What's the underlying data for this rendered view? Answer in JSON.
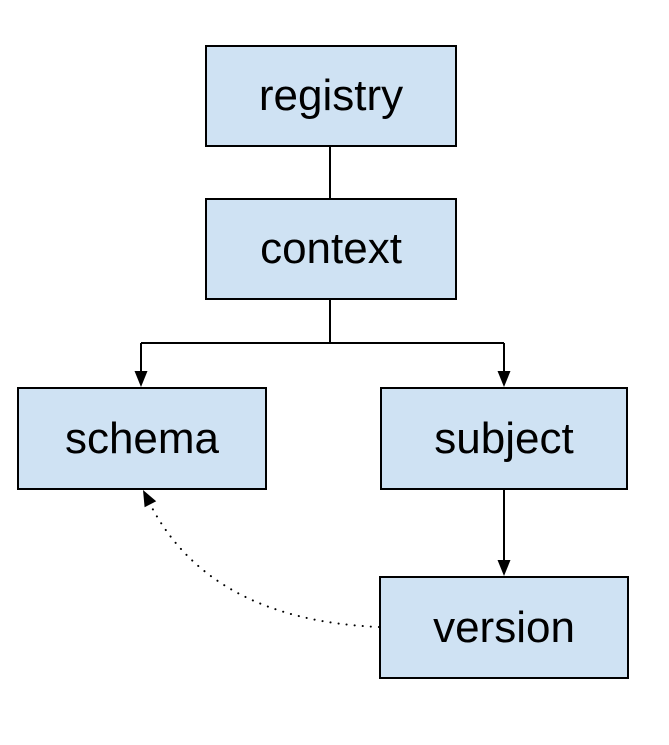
{
  "diagram": {
    "nodes": [
      {
        "id": "registry",
        "label": "registry"
      },
      {
        "id": "context",
        "label": "context"
      },
      {
        "id": "schema",
        "label": "schema"
      },
      {
        "id": "subject",
        "label": "subject"
      },
      {
        "id": "version",
        "label": "version"
      }
    ],
    "edges": [
      {
        "from": "registry",
        "to": "context",
        "style": "solid",
        "arrow": "none"
      },
      {
        "from": "context",
        "to": "schema",
        "style": "solid",
        "arrow": "solid-triangle"
      },
      {
        "from": "context",
        "to": "subject",
        "style": "solid",
        "arrow": "solid-triangle"
      },
      {
        "from": "subject",
        "to": "version",
        "style": "solid",
        "arrow": "solid-triangle"
      },
      {
        "from": "version",
        "to": "schema",
        "style": "dotted",
        "arrow": "solid-triangle"
      }
    ],
    "colors": {
      "background": "#ffffff",
      "node_fill": "#cfe2f3",
      "node_border": "#000000",
      "edge": "#000000",
      "text": "#000000"
    }
  }
}
